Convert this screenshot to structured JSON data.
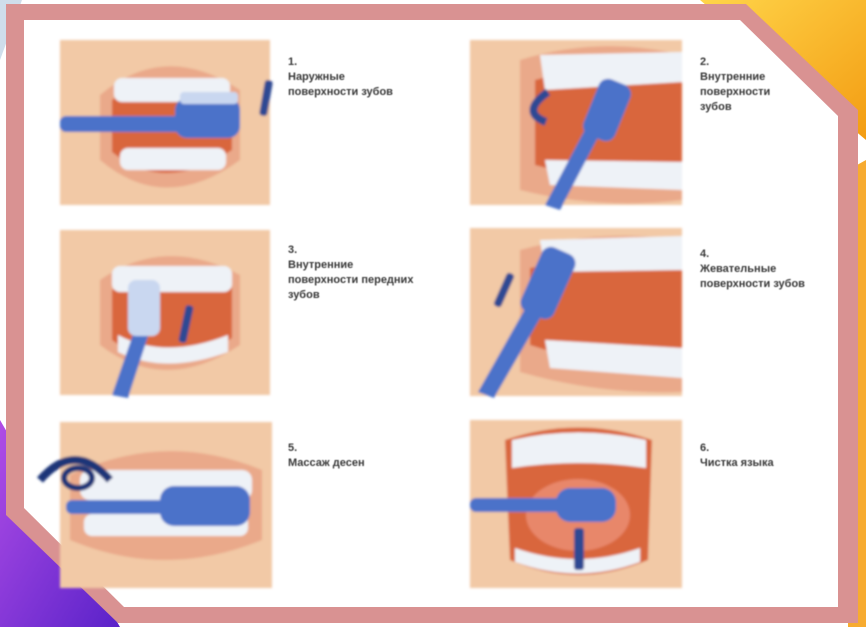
{
  "colors": {
    "frame": "#d99292",
    "panel_bg": "#f2c9a6",
    "lip": "#eaa98a",
    "gum": "#d9663e",
    "tooth": "#eef2f7",
    "brush": "#4c72c9",
    "motion": "#2d4a93",
    "corner_gold": "#f4b400",
    "corner_purple": "#7a2fd0"
  },
  "steps": [
    {
      "id": "outer-upper",
      "number": "1.",
      "text": "Наружные поверхности зубов",
      "icon": "toothbrush-horizontal-icon"
    },
    {
      "id": "inner-back",
      "number": "2.",
      "text": "Внутренние поверхности зубов",
      "icon": "toothbrush-vertical-icon"
    },
    {
      "id": "inner-front",
      "number": "3.",
      "text": "Внутренние поверхности передних зубов",
      "icon": "toothbrush-vertical-icon"
    },
    {
      "id": "chewing",
      "number": "4.",
      "text": "Жевательные поверхности зубов",
      "icon": "toothbrush-diagonal-icon"
    },
    {
      "id": "gums",
      "number": "5.",
      "text": "Массаж десен",
      "icon": "circular-motion-icon"
    },
    {
      "id": "tongue",
      "number": "6.",
      "text": "Чистка языка",
      "icon": "toothbrush-tongue-icon"
    }
  ]
}
